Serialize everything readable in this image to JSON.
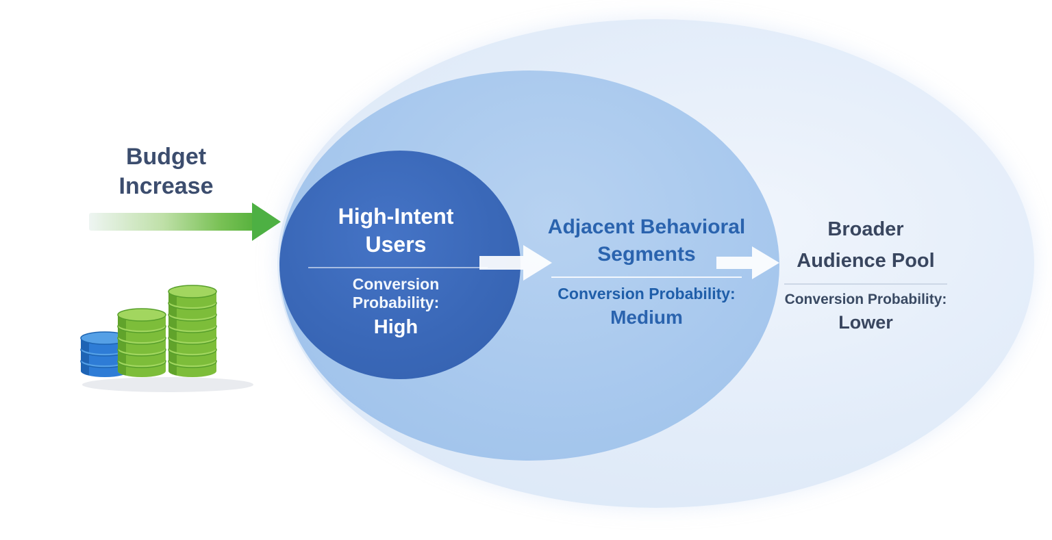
{
  "diagram": {
    "title_implicit": "Audience expansion funnel with budget increase",
    "budget": {
      "label": "Budget Increase"
    },
    "segments": [
      {
        "id": "high-intent-users",
        "title": "High-Intent Users",
        "prob_label": "Conversion Probability:",
        "prob_value": "High"
      },
      {
        "id": "adjacent-behavioral-segments",
        "title": "Adjacent Behavioral Segments",
        "prob_label": "Conversion Probability:",
        "prob_value": "Medium"
      },
      {
        "id": "broader-audience-pool",
        "title": "Broader Audience Pool",
        "prob_label": "Conversion Probability:",
        "prob_value": "Lower"
      }
    ],
    "icons": {
      "budget_arrow": "green-right-arrow",
      "coin_stacks": "rising-coin-stacks",
      "flow_arrow": "white-right-arrow"
    },
    "colors": {
      "inner_circle": "#3a68b8",
      "middle_ellipse": "#a6c7ed",
      "outer_ellipse": "#e2ecf9",
      "accent_green": "#58b23e",
      "coin_blue": "#2e7cd6",
      "coin_green": "#8cc63e",
      "text_dark": "#3c4d6e",
      "text_blue": "#2a63ae"
    }
  }
}
